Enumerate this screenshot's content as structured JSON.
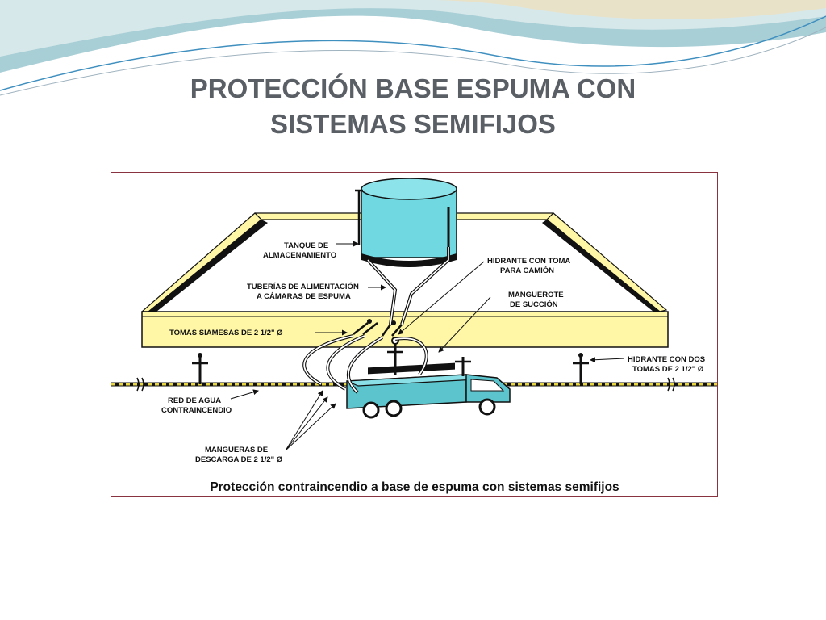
{
  "slide": {
    "title_line1": "PROTECCIÓN BASE ESPUMA CON",
    "title_line2": "SISTEMAS SEMIFIJOS"
  },
  "diagram": {
    "labels": {
      "tanque_1": "TANQUE DE",
      "tanque_2": "ALMACENAMIENTO",
      "tuberias_1": "TUBERÍAS DE ALIMENTACIÓN",
      "tuberias_2": "A CÁMARAS DE ESPUMA",
      "hidrante_toma_1": "HIDRANTE CON TOMA",
      "hidrante_toma_2": "PARA CAMIÓN",
      "manguerote_1": "MANGUEROTE",
      "manguerote_2": "DE SUCCIÓN",
      "tomas_siamesas": "TOMAS SIAMESAS DE 2 1/2\" Ø",
      "hidrante_dos_1": "HIDRANTE CON DOS",
      "hidrante_dos_2": "TOMAS DE 2 1/2\" Ø",
      "red_agua_1": "RED DE AGUA",
      "red_agua_2": "CONTRAINCENDIO",
      "mangueras_1": "MANGUERAS DE",
      "mangueras_2": "DESCARGA DE 2 1/2\" Ø"
    },
    "caption": "Protección contraincendio a base de espuma con sistemas semifijos",
    "colors": {
      "dike_fill": "#fff7a6",
      "tank_fill": "#6fd8e0",
      "truck_fill": "#5cc4cc",
      "pipe_dash": "#e8d642",
      "frame_border": "#8a3340"
    }
  }
}
